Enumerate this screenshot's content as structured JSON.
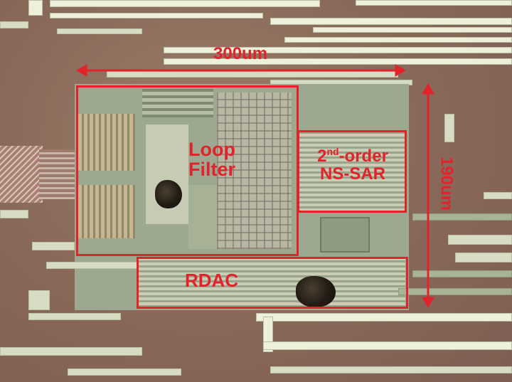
{
  "labels": {
    "width_dim": "300um",
    "height_dim": "190um",
    "loop_filter_line1": "Loop",
    "loop_filter_line2": "Filter",
    "ns_sar_order": "2",
    "ns_sar_order_sup": "nd",
    "ns_sar_order_rest": "-order",
    "ns_sar_line2": "NS-SAR",
    "rdac": "RDAC"
  },
  "colors": {
    "annotation": "#e2232c"
  }
}
